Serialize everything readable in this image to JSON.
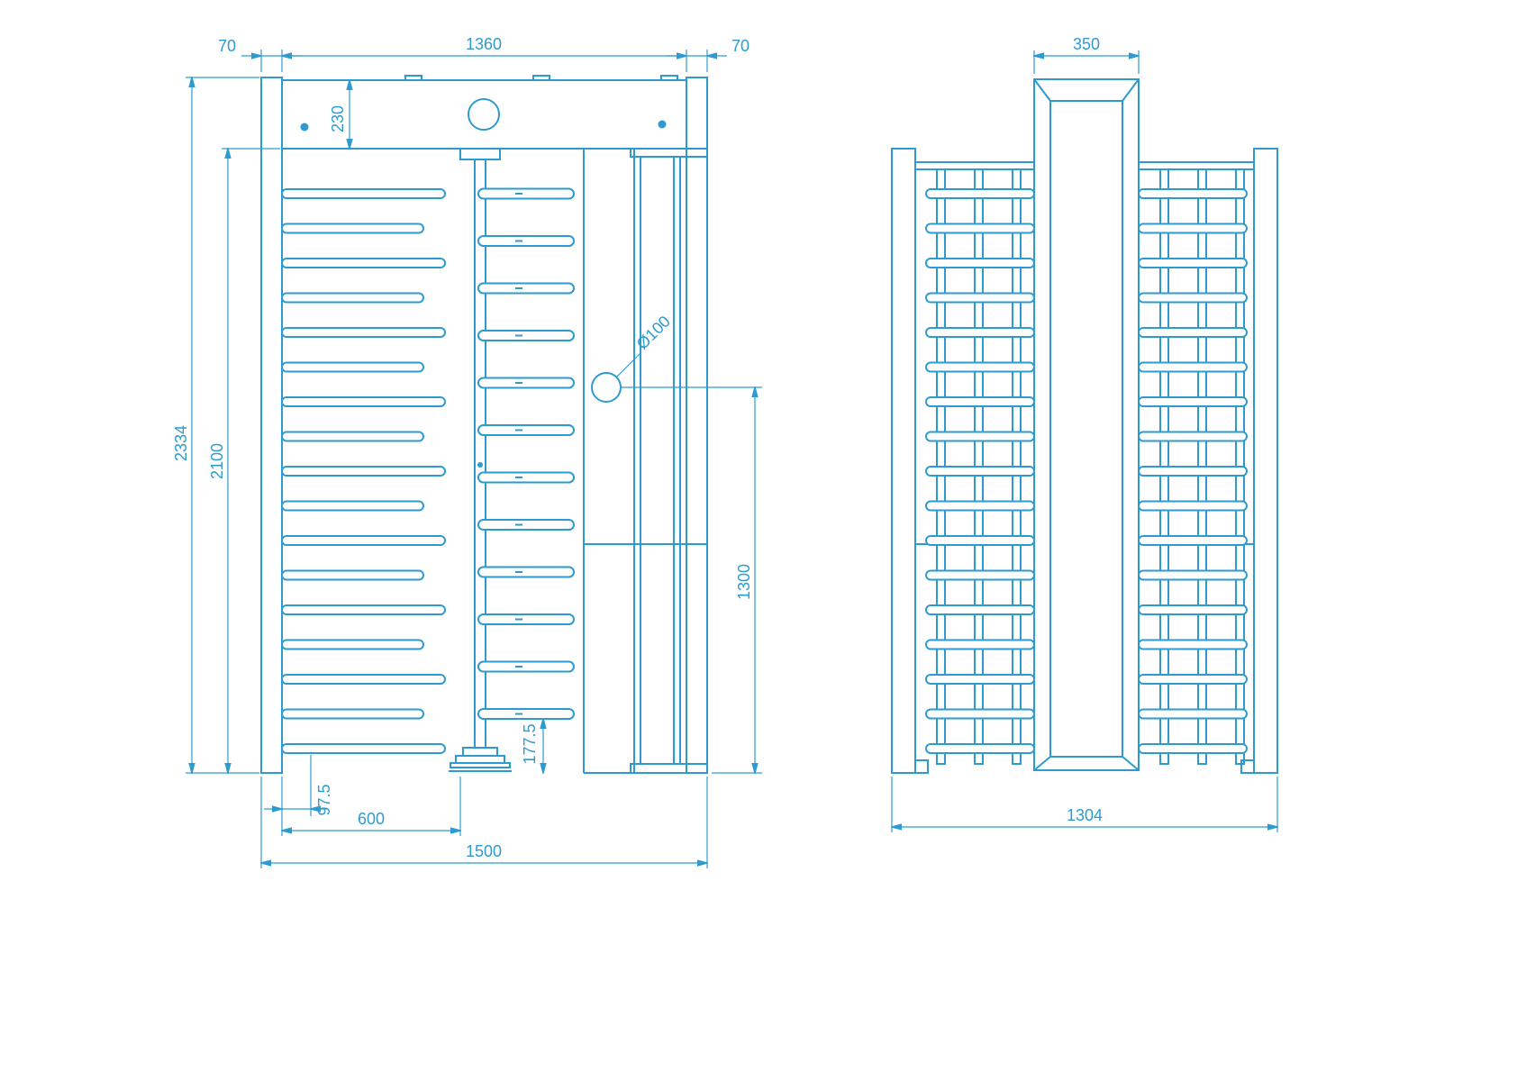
{
  "drawing": {
    "type": "technical-drawing",
    "subject": "full-height-turnstile",
    "colors": {
      "line": "#2e9bd0",
      "background": "#ffffff"
    },
    "front_view": {
      "dim_post_left": "70",
      "dim_header_width": "1360",
      "dim_post_right": "70",
      "dim_header_height": "230",
      "dim_total_height": "2334",
      "dim_clear_height": "2100",
      "dim_hole_diameter": "Ø100",
      "dim_housing_height": "1300",
      "dim_arm_clearance": "177.5",
      "dim_comb_offset": "97.5",
      "dim_passage_width": "600",
      "dim_total_width": "1500"
    },
    "side_view": {
      "dim_column_width": "350",
      "dim_total_depth": "1304"
    }
  }
}
